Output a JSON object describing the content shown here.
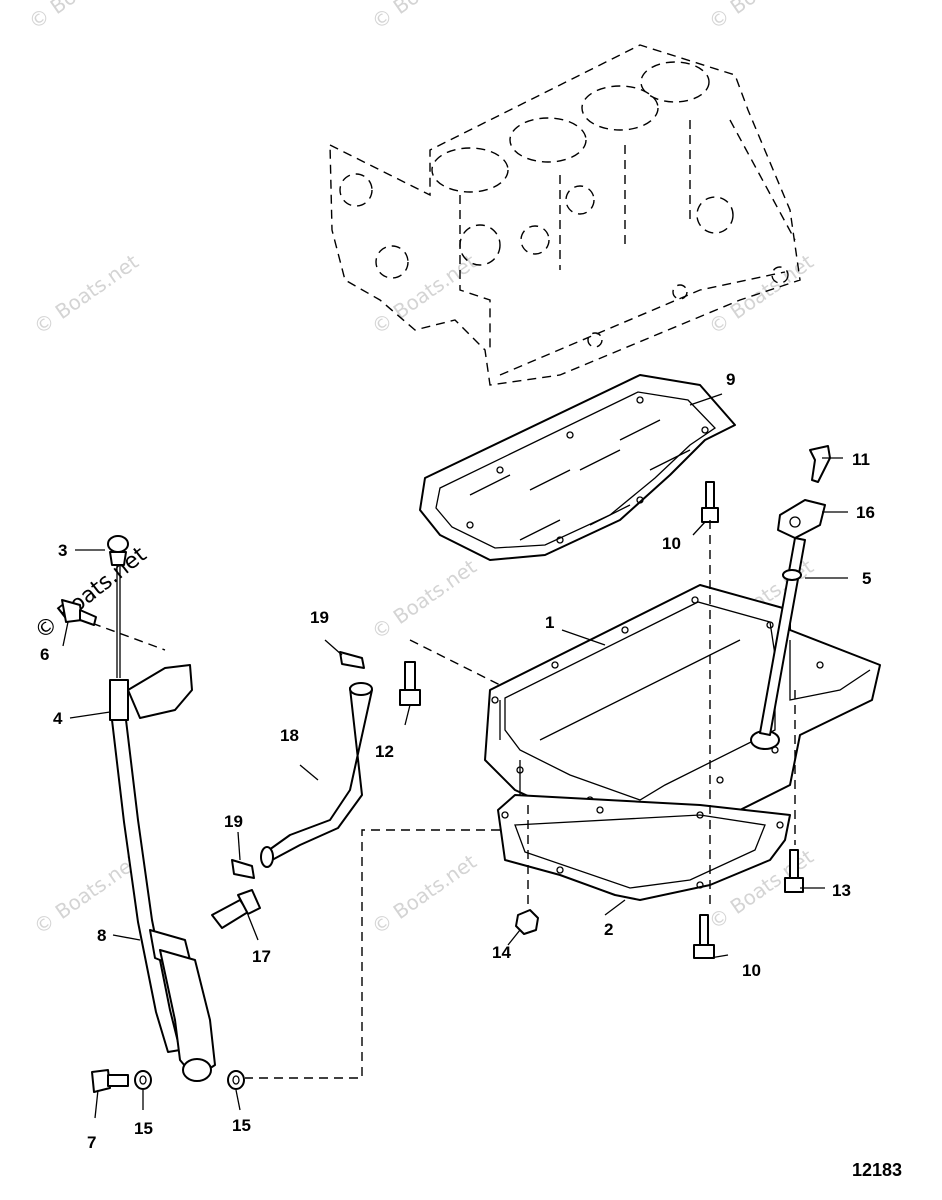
{
  "watermark": "© Boats.net",
  "figure_number": "12183",
  "callouts": {
    "c1": "1",
    "c2": "2",
    "c3": "3",
    "c4": "4",
    "c5": "5",
    "c6": "6",
    "c7": "7",
    "c8": "8",
    "c9": "9",
    "c10a": "10",
    "c10b": "10",
    "c11": "11",
    "c12": "12",
    "c13": "13",
    "c14": "14",
    "c15a": "15",
    "c15b": "15",
    "c16": "16",
    "c17": "17",
    "c18": "18",
    "c19a": "19",
    "c19b": "19"
  }
}
